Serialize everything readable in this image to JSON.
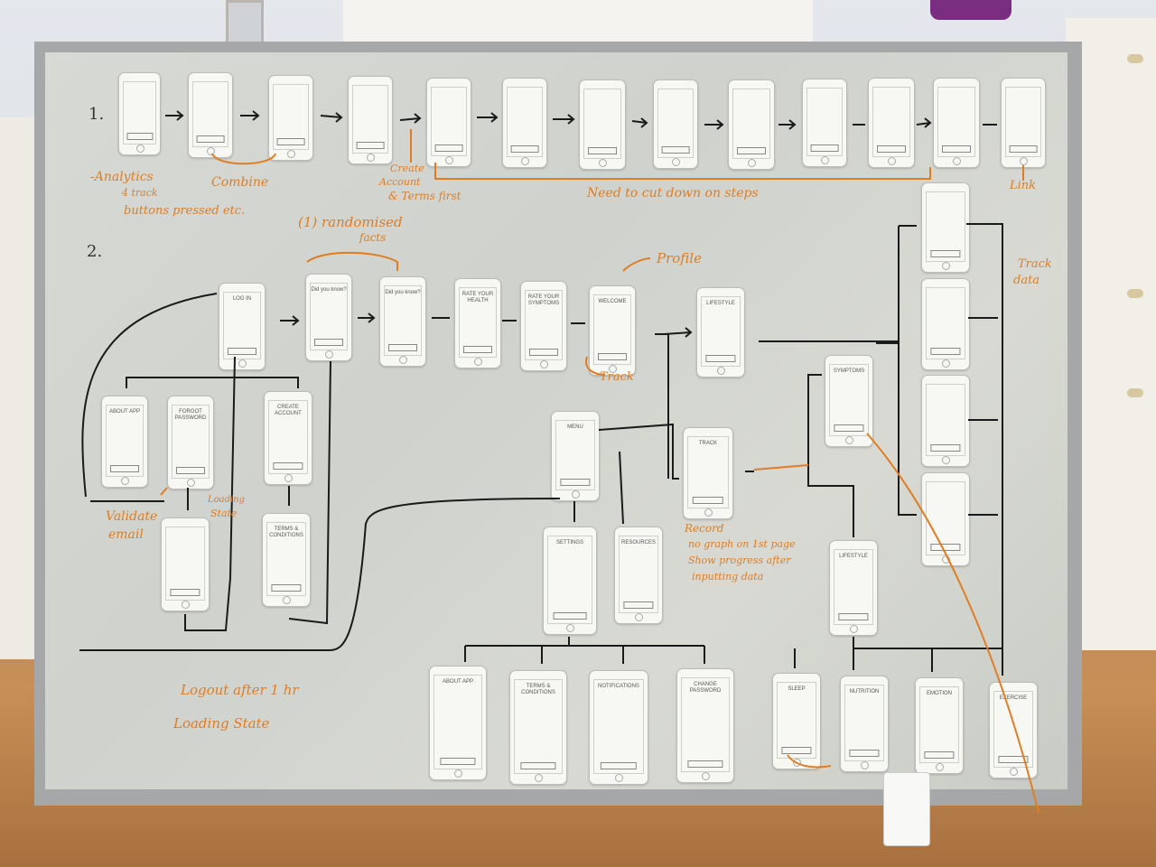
{
  "board": {
    "row1_label": "1.",
    "row2_label": "2."
  },
  "notes": {
    "analytics": "-Analytics",
    "analytics_line2": "4 track",
    "analytics_line3": "buttons pressed etc.",
    "combine": "Combine",
    "create_account": "Create",
    "create_account_line2": "Account",
    "create_account_line3": "& Terms first",
    "cut_steps": "Need to cut down on steps",
    "link": "Link",
    "randomised": "(1) randomised",
    "randomised_line2": "facts",
    "profile": "Profile",
    "track": "Track",
    "track_data": "Track",
    "track_data_line2": "data",
    "validate": "Validate",
    "validate_line2": "email",
    "loading": "Loading",
    "loading_line2": "State",
    "record": "Record",
    "record_line2": "no graph on 1st page",
    "record_line3": "Show progress after",
    "record_line4": "inputting data",
    "logout": "Logout after 1 hr",
    "loading_state": "Loading State"
  },
  "screens": {
    "row1": [
      "",
      "",
      "",
      "",
      "",
      "",
      "",
      "",
      "",
      "",
      "",
      "",
      ""
    ],
    "log_in": "LOG IN",
    "did_you_know": "Did you know?",
    "did_you_know_2": "Did you know?",
    "rate_health": "RATE YOUR HEALTH",
    "rate_symptoms": "RATE YOUR SYMPTOMS",
    "welcome": "WELCOME",
    "lifestyle_top": "LIFESTYLE",
    "about_app": "ABOUT APP",
    "forgot_password": "FORGOT PASSWORD",
    "create_account": "CREATE ACCOUNT",
    "terms": "TERMS & CONDITIONS",
    "menu": "MENU",
    "settings": "SETTINGS",
    "resources": "RESOURCES",
    "track_screen": "TRACK",
    "symptoms": "SYMPTOMS",
    "lifestyle": "LIFESTYLE",
    "sleep": "SLEEP",
    "nutrition": "NUTRITION",
    "emotion": "EMOTION",
    "exercise": "EXERCISE",
    "about_app_2": "ABOUT APP",
    "terms_2": "TERMS & CONDITIONS",
    "notifications": "NOTIFICATIONS",
    "change_password": "CHANGE PASSWORD"
  }
}
